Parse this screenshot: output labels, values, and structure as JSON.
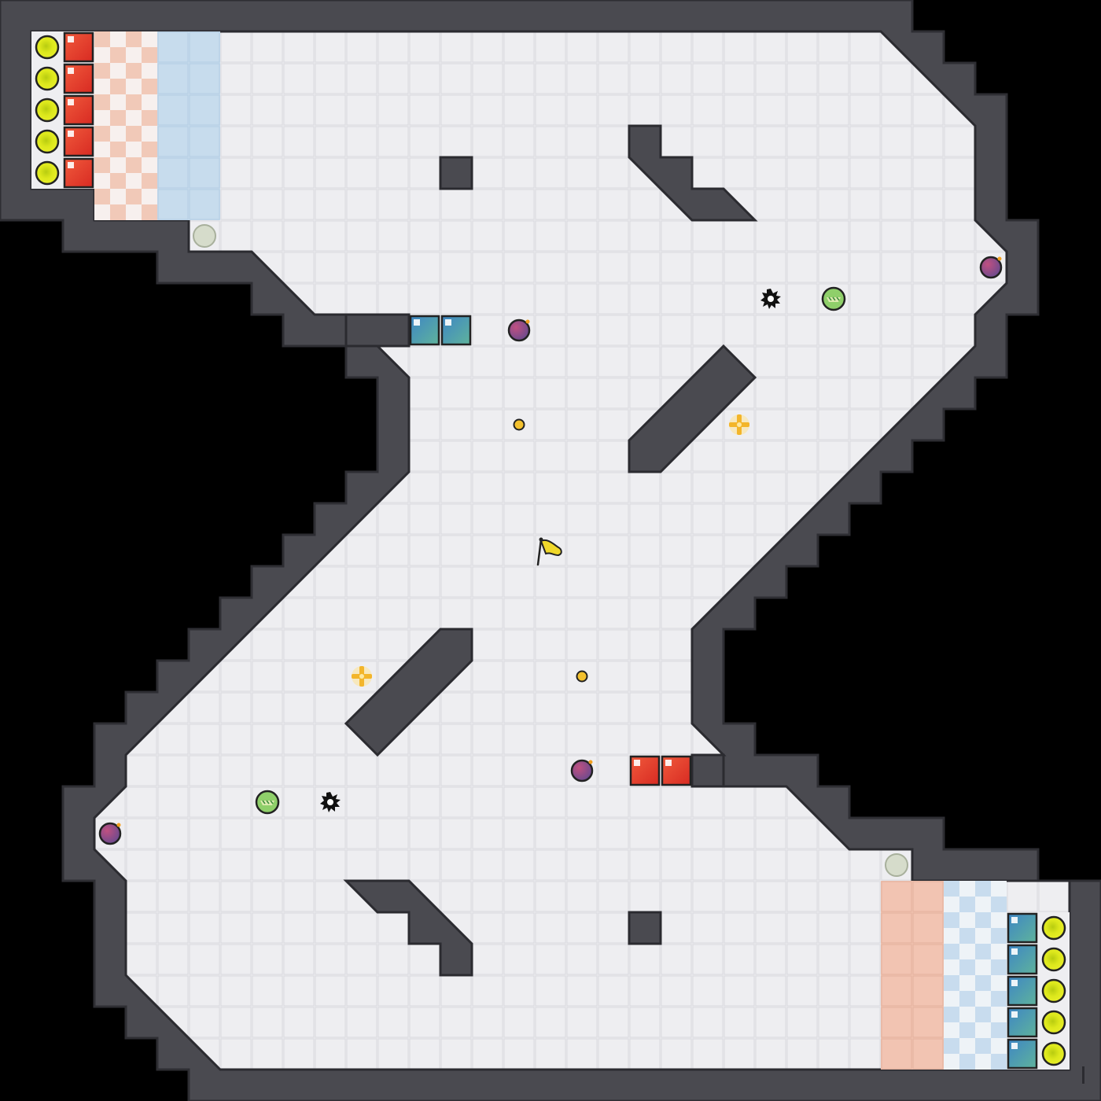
{
  "level": {
    "grid_cols": 35,
    "grid_rows": 35,
    "colors": {
      "background": "#000000",
      "wall": "#4a4a50",
      "wall_edge": "#2b2b30",
      "floor": "#eaeaee",
      "floor_line": "#d6d6dc",
      "red_team": "#e8392a",
      "blue_team": "#3c8fb0",
      "red_zone": "#f2c2b0",
      "blue_zone": "#c4dcee",
      "ball": "#d8e61e",
      "bomb": "#a0406a",
      "powerup": "#f3c12e",
      "flag": "#f0d82a"
    },
    "red_team_players": 5,
    "blue_team_players": 5,
    "items": [
      "flag",
      "bomb",
      "bomb",
      "bomb",
      "bomb",
      "spike",
      "spike",
      "boost",
      "boost",
      "powerup",
      "powerup",
      "coin",
      "coin",
      "portal",
      "portal"
    ]
  }
}
